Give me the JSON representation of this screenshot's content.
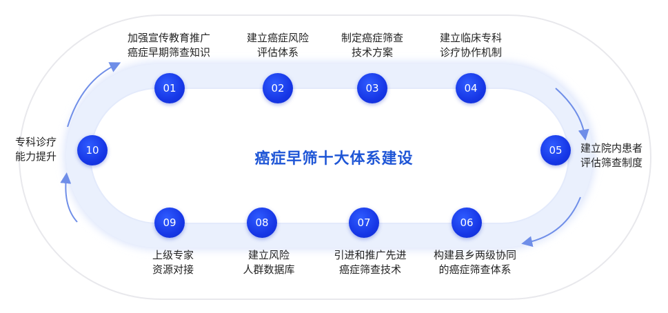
{
  "title": "癌症早筛十大体系建设",
  "colors": {
    "accent": "#1737e6",
    "title": "#1f56d6",
    "track": "#e6edfc",
    "outline": "#e8e8ec",
    "arrow": "#6f8ee8"
  },
  "steps": [
    {
      "num": "01",
      "line1": "加强宣传教育推广",
      "line2": "癌症早期筛查知识"
    },
    {
      "num": "02",
      "line1": "建立癌症风险",
      "line2": "评估体系"
    },
    {
      "num": "03",
      "line1": "制定癌症筛查",
      "line2": "技术方案"
    },
    {
      "num": "04",
      "line1": "建立临床专科",
      "line2": "诊疗协作机制"
    },
    {
      "num": "05",
      "line1": "建立院内患者",
      "line2": "评估筛查制度"
    },
    {
      "num": "06",
      "line1": "构建县乡两级协同",
      "line2": "的癌症筛查体系"
    },
    {
      "num": "07",
      "line1": "引进和推广先进",
      "line2": "癌症筛查技术"
    },
    {
      "num": "08",
      "line1": "建立风险",
      "line2": "人群数据库"
    },
    {
      "num": "09",
      "line1": "上级专家",
      "line2": "资源对接"
    },
    {
      "num": "10",
      "line1": "专科诊疗",
      "line2": "能力提升"
    }
  ]
}
